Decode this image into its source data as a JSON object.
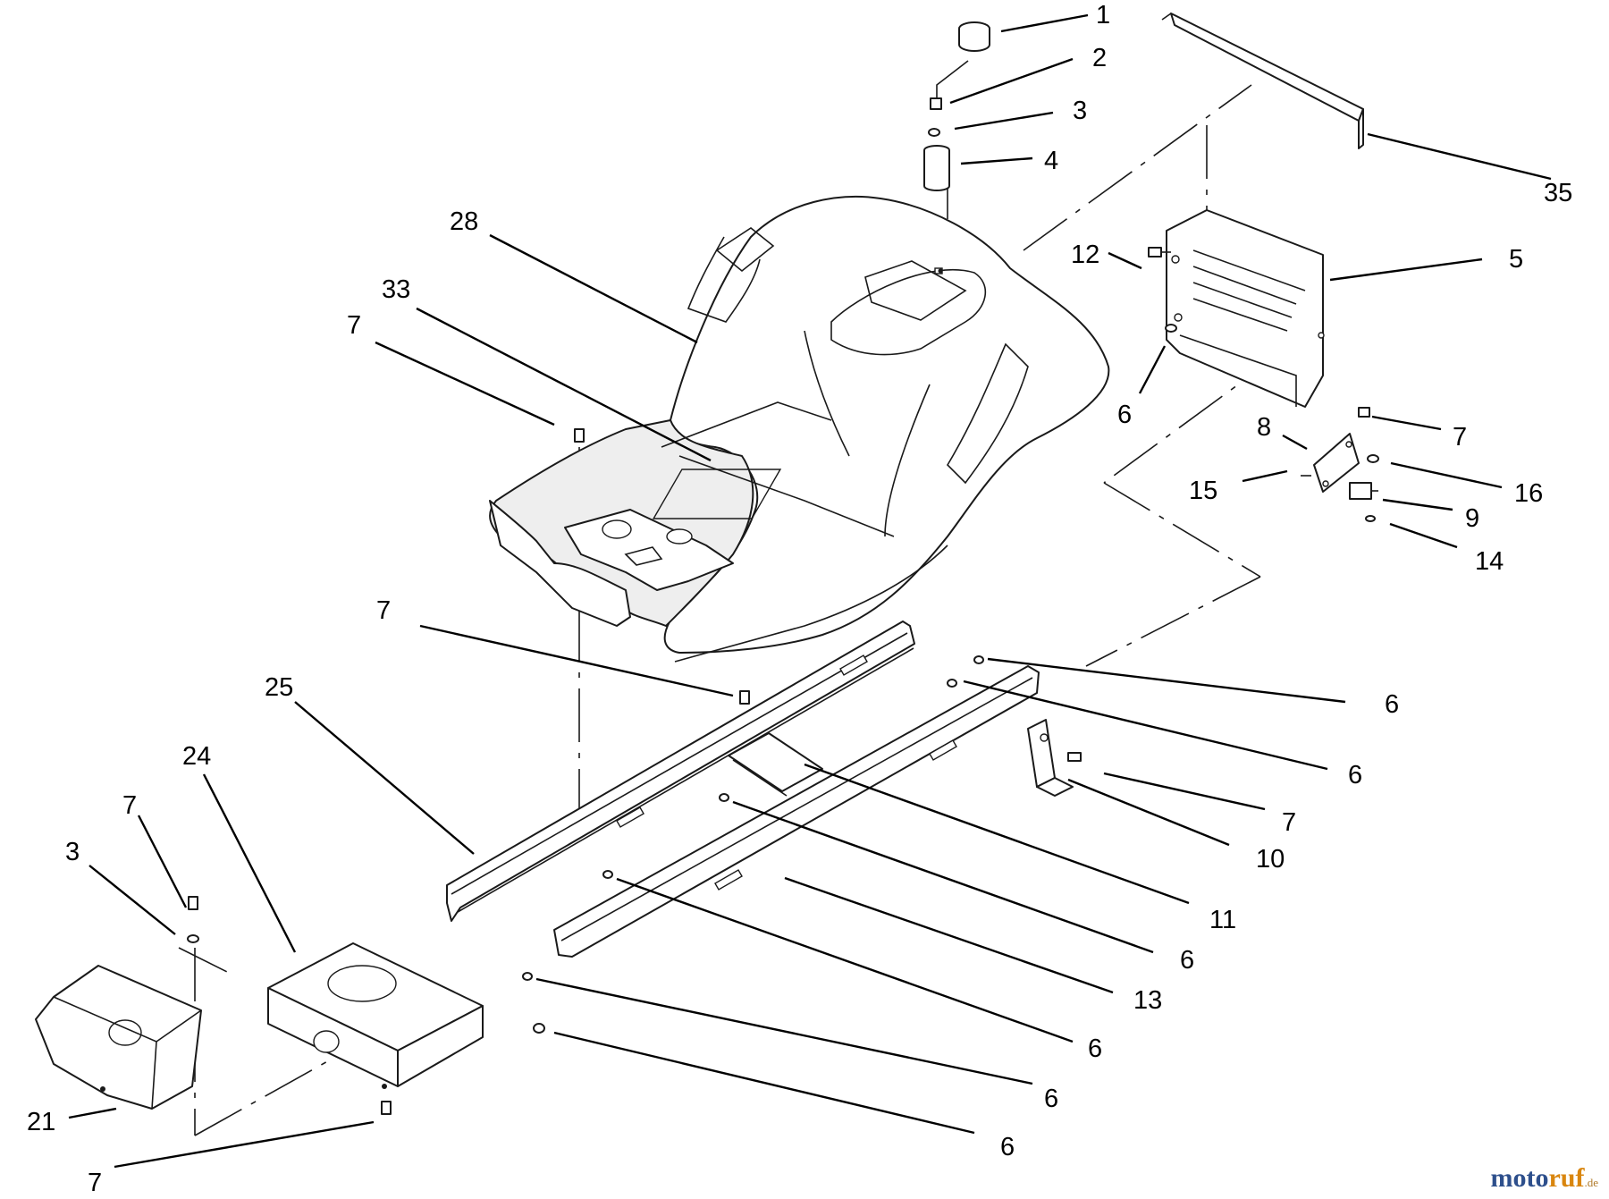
{
  "callouts": [
    {
      "id": "c1",
      "label": "1"
    },
    {
      "id": "c2",
      "label": "2"
    },
    {
      "id": "c3",
      "label": "3"
    },
    {
      "id": "c4",
      "label": "4"
    },
    {
      "id": "c35",
      "label": "35"
    },
    {
      "id": "c28",
      "label": "28"
    },
    {
      "id": "c12",
      "label": "12"
    },
    {
      "id": "c5",
      "label": "5"
    },
    {
      "id": "c33",
      "label": "33"
    },
    {
      "id": "c7a",
      "label": "7"
    },
    {
      "id": "c6a",
      "label": "6"
    },
    {
      "id": "c7b",
      "label": "7"
    },
    {
      "id": "c8",
      "label": "8"
    },
    {
      "id": "c15",
      "label": "15"
    },
    {
      "id": "c16",
      "label": "16"
    },
    {
      "id": "c9",
      "label": "9"
    },
    {
      "id": "c14",
      "label": "14"
    },
    {
      "id": "c7c",
      "label": "7"
    },
    {
      "id": "c6b",
      "label": "6"
    },
    {
      "id": "c25",
      "label": "25"
    },
    {
      "id": "c6c",
      "label": "6"
    },
    {
      "id": "c24",
      "label": "24"
    },
    {
      "id": "c7d",
      "label": "7"
    },
    {
      "id": "c10",
      "label": "10"
    },
    {
      "id": "c7e",
      "label": "7"
    },
    {
      "id": "c11",
      "label": "11"
    },
    {
      "id": "c3b",
      "label": "3"
    },
    {
      "id": "c6d",
      "label": "6"
    },
    {
      "id": "c13",
      "label": "13"
    },
    {
      "id": "c6e",
      "label": "6"
    },
    {
      "id": "c21",
      "label": "21"
    },
    {
      "id": "c6f",
      "label": "6"
    },
    {
      "id": "c6g",
      "label": "6"
    },
    {
      "id": "c7f",
      "label": "7"
    }
  ],
  "watermark": {
    "main": "moto",
    "accent": "ruf",
    "tld": ".de"
  }
}
